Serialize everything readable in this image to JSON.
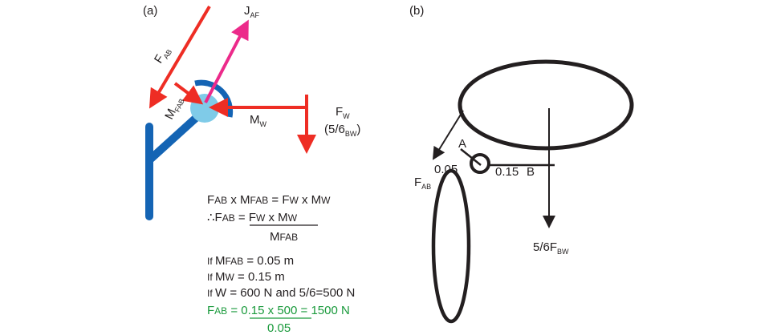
{
  "colors": {
    "red": "#ee2d24",
    "magenta": "#ec2a8a",
    "blue": "#1464b4",
    "light_blue": "#7fcbe8",
    "black": "#231f20",
    "green": "#1a9a3c"
  },
  "panel_a": {
    "tag": "(a)",
    "labels": {
      "f_ab": {
        "main": "F",
        "sub": "AB"
      },
      "j_af": {
        "main": "J",
        "sub": "AF"
      },
      "m_fab": {
        "main": "M",
        "sub": "FAB"
      },
      "m_w": {
        "main": "M",
        "sub": "W"
      },
      "f_w": {
        "main": "F",
        "sub": "W"
      },
      "f_w_paren": {
        "open": "(5/6",
        "sub": "BW",
        "close": ")"
      }
    },
    "equations": {
      "line1": {
        "a": "F",
        "as": "AB",
        "b": " x M",
        "bs": "FAB",
        "c": " = F",
        "cs": "W",
        "d": " x M",
        "ds": "W"
      },
      "line2": {
        "a": "∴F",
        "as": "AB",
        "b": " = ",
        "num": "F",
        "nums": "W",
        "num2": " x M",
        "num2s": "W"
      },
      "line2_den": {
        "a": "M",
        "as": "FAB"
      },
      "cond1": {
        "pre": "If ",
        "a": "M",
        "as": "FAB",
        "b": " = 0.05 m"
      },
      "cond2": {
        "pre": "If ",
        "a": "M",
        "as": "W",
        "b": " = 0.15 m"
      },
      "cond3": {
        "pre": "If ",
        "b": "W = 600 N and 5/6=500 N"
      },
      "result": {
        "a": "F",
        "as": "AB",
        "b": " = ",
        "num": "0.15 x 500",
        "c": " = 1500 N"
      },
      "result_den": "0.05"
    }
  },
  "panel_b": {
    "tag": "(b)",
    "labels": {
      "a": "A",
      "b": "B",
      "d_005": "0.05",
      "d_015": "0.15",
      "f_ab": {
        "main": "F",
        "sub": "AB"
      },
      "f_bw": {
        "pre": "5/6F",
        "sub": "BW"
      }
    }
  }
}
